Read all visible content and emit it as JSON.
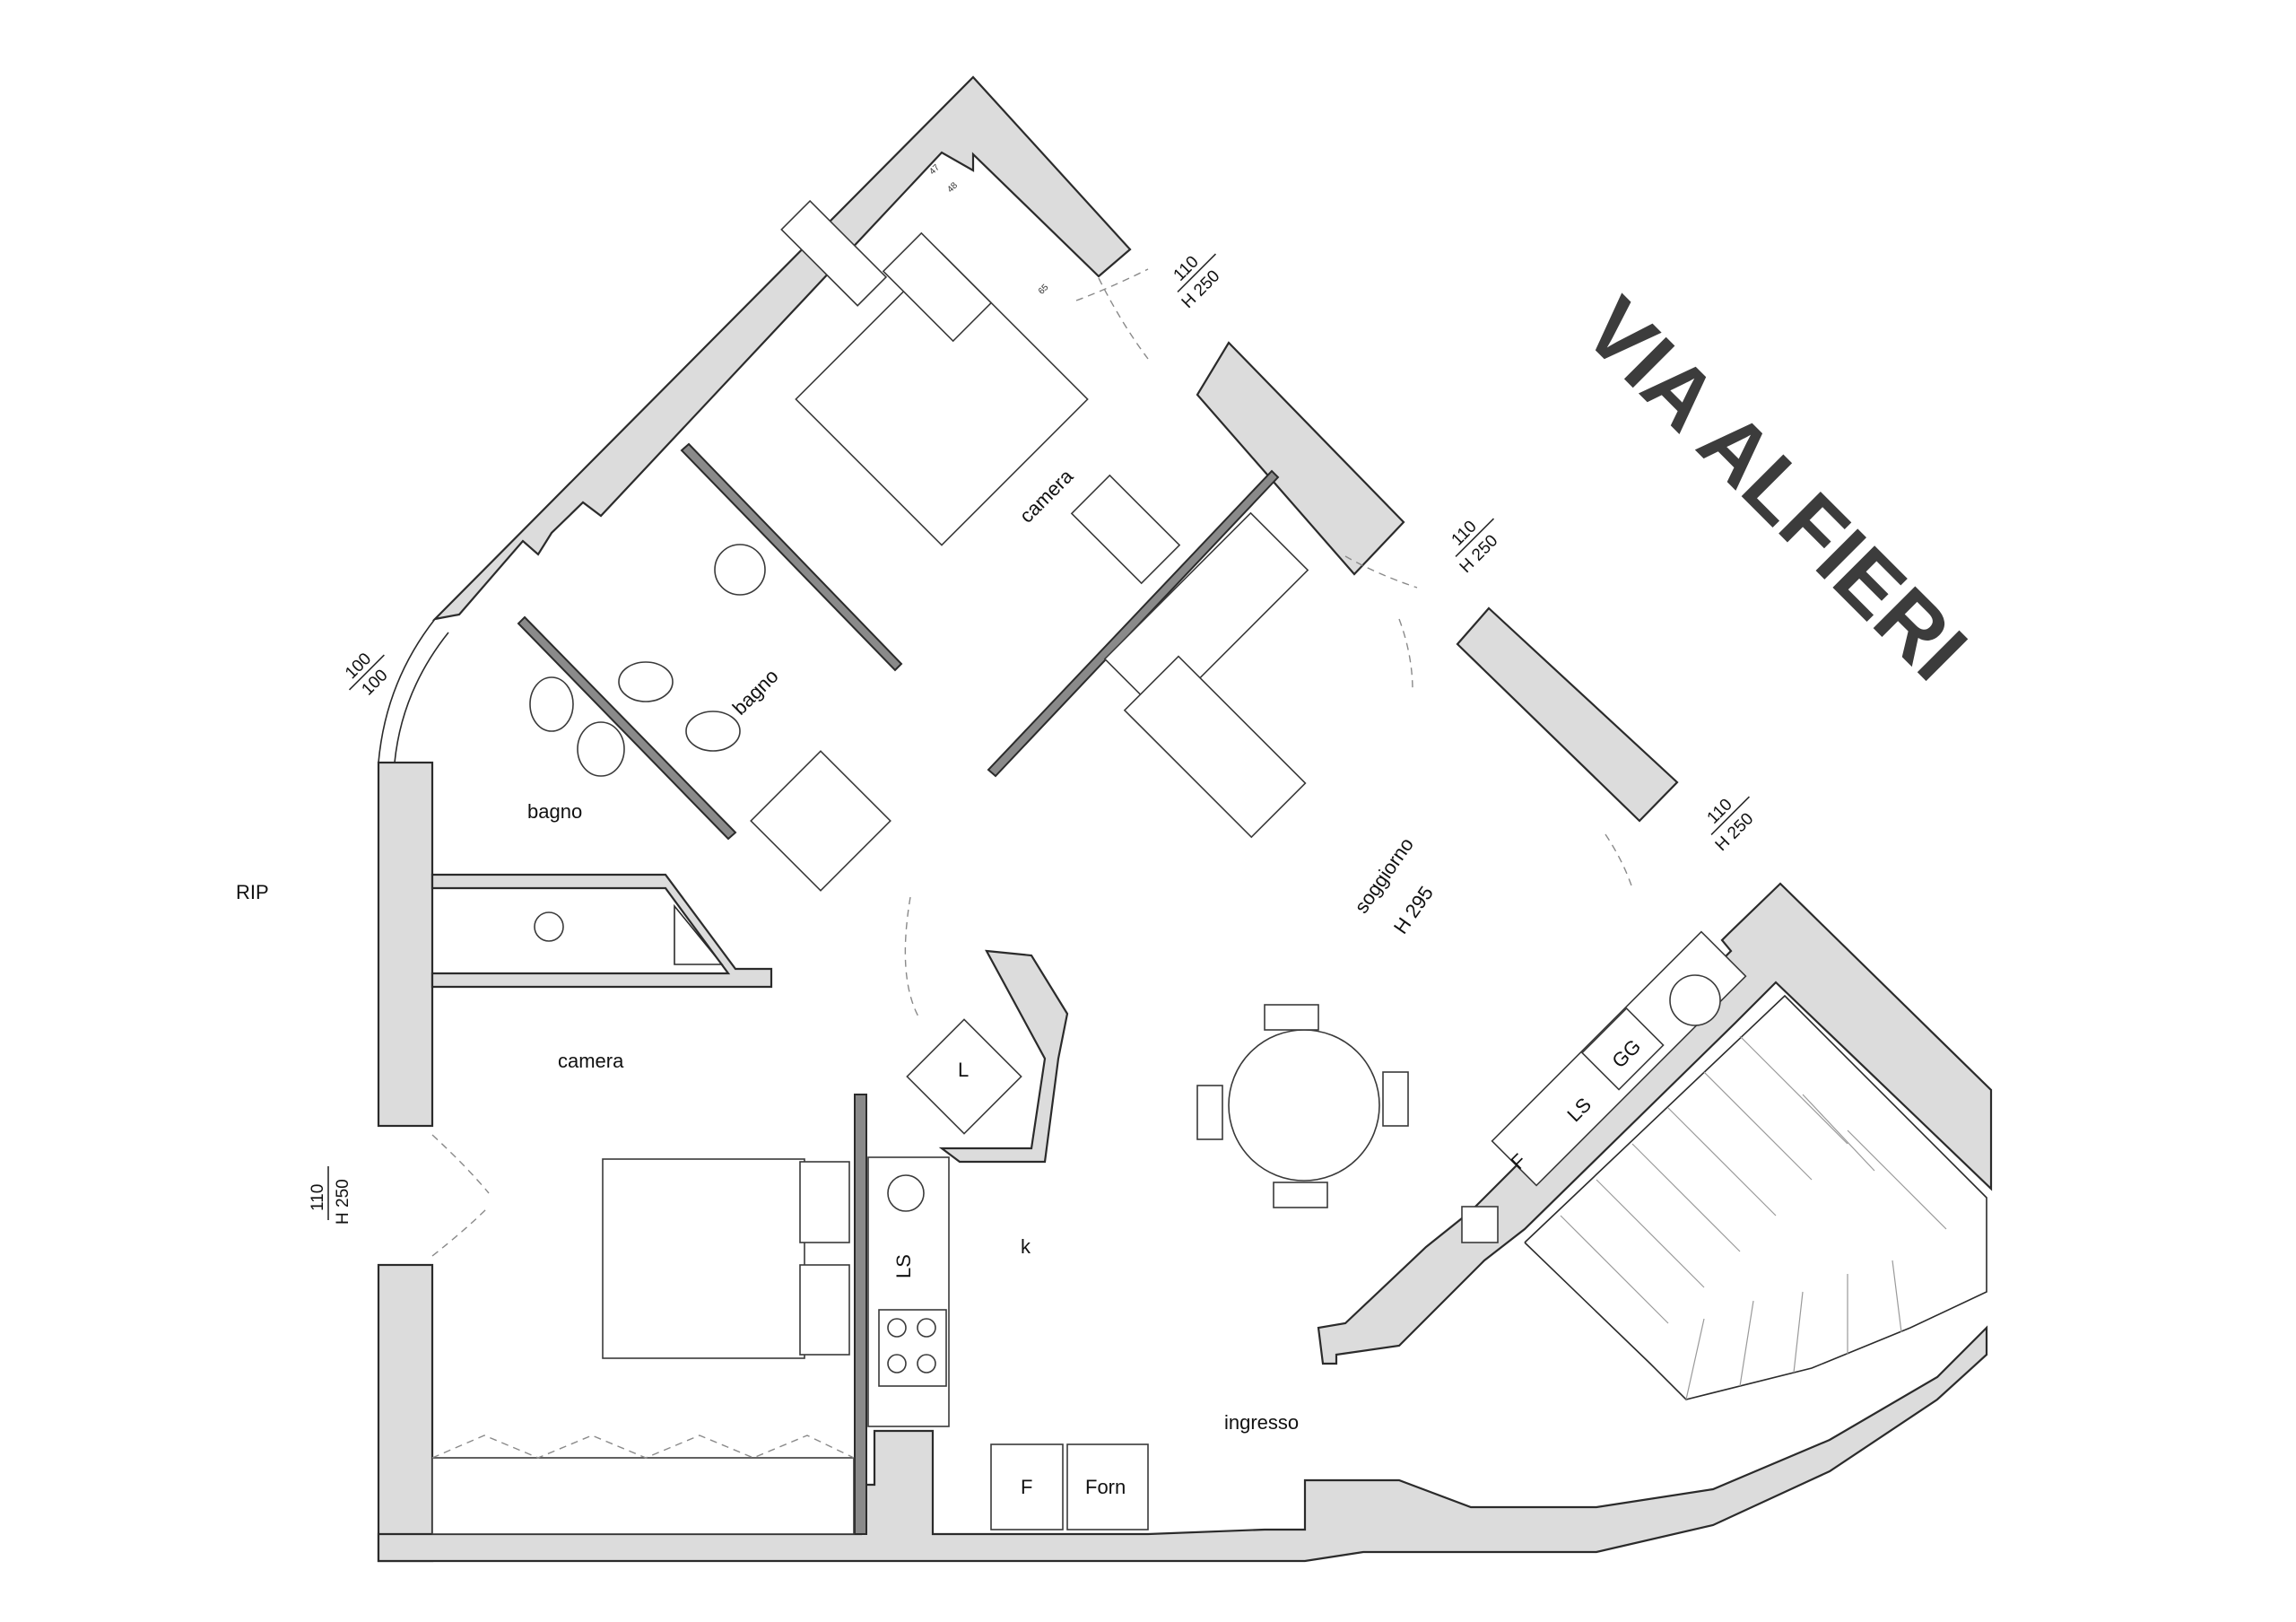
{
  "street_name": "VIA ALFIERI",
  "rooms": {
    "camera_top": "camera",
    "bagno_inner": "bagno",
    "bagno_left": "bagno",
    "rip": "RIP",
    "camera_left": "camera",
    "soggiorno": "soggiorno",
    "soggiorno_height": "H 295",
    "kitchen": "k",
    "ingresso": "ingresso"
  },
  "appliances": {
    "laundry": "L",
    "ls_right": "LS",
    "fridge_right": "F",
    "gas_hob": "GG",
    "ls_kitchen": "LS",
    "fridge_bottom": "F",
    "oven": "Forn"
  },
  "openings": {
    "win_top": {
      "width": "110",
      "height": "H 250"
    },
    "win_mid": {
      "width": "110",
      "height": "H 250"
    },
    "win_right": {
      "width": "110",
      "height": "H 250"
    },
    "win_bagno": {
      "width": "100",
      "height": "100"
    },
    "win_camera": {
      "width": "110",
      "height": "H 250"
    }
  },
  "small_dims": {
    "d47": "47",
    "d48": "48",
    "d65": "65"
  },
  "colors": {
    "wall_fill": "#dcdcdc",
    "line": "#2b2b2b",
    "street_text": "#3c3c3c"
  }
}
